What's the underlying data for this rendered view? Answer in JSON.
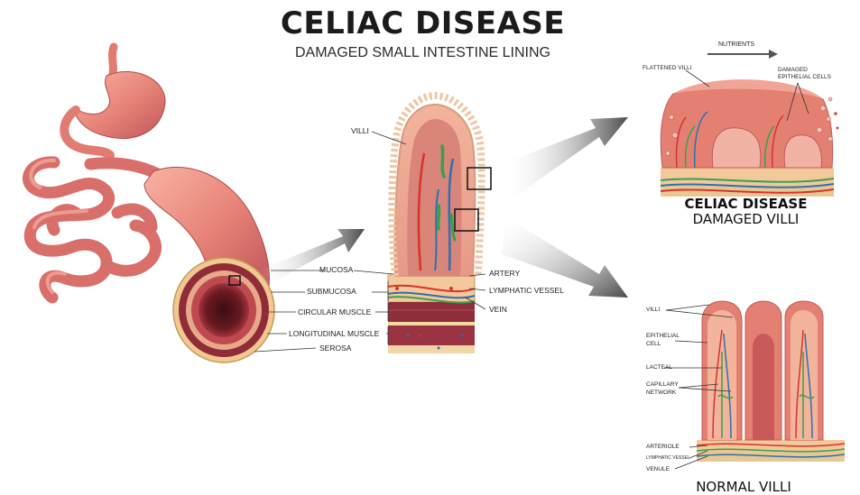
{
  "header": {
    "title": "CELIAC DISEASE",
    "subtitle": "DAMAGED SMALL INTESTINE LINING"
  },
  "cross_section_labels": {
    "mucosa": "MUCOSA",
    "submucosa": "SUBMUCOSA",
    "circular_muscle": "CIRCULAR MUSCLE",
    "longitudinal_muscle": "LONGITUDINAL MUSCLE",
    "serosa": "SEROSA"
  },
  "villus_labels": {
    "villi": "VILLI",
    "artery": "ARTERY",
    "lymphatic_vessel": "LYMPHATIC VESSEL",
    "vein": "VEIN"
  },
  "damaged_panel": {
    "nutrients": "NUTRIENTS",
    "flattened_villi": "FLATTENED VILLI",
    "damaged_epithelial_cells": "DAMAGED EPITHELIAL CELLS",
    "caption_bold": "CELIAC DISEASE",
    "caption": "DAMAGED VILLI"
  },
  "normal_panel": {
    "villi": "VILLI",
    "epithelial_cell": "EPITHELIAL CELL",
    "lacteal": "LACTEAL",
    "capillary_network": "CAPILLARY NETWORK",
    "arteriole": "ARTERIOLE",
    "lymphatic_vessel": "LYMPHATIC VESSEL",
    "venule": "VENULE",
    "caption": "NORMAL VILLI"
  },
  "colors": {
    "tissue": "#e8867a",
    "tissue_dark": "#b8484a",
    "muscle": "#8c2f3a",
    "fat": "#f4d9a0",
    "artery": "#d8332b",
    "vein": "#2f6fb3",
    "lymph": "#3aa04a"
  }
}
